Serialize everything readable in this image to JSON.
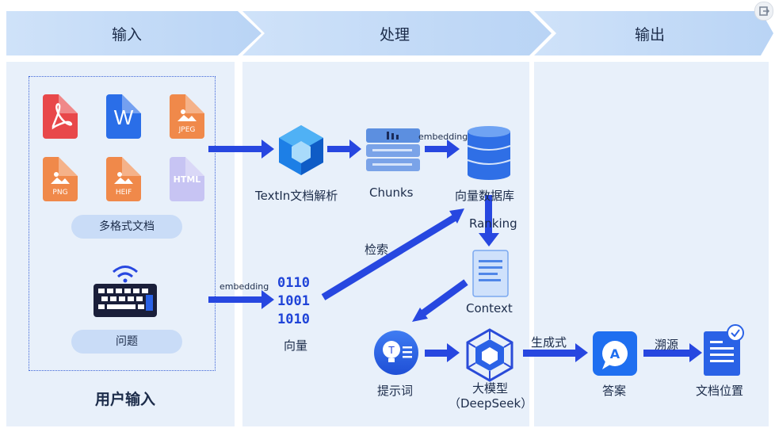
{
  "stages": [
    "输入",
    "处理",
    "输出"
  ],
  "input": {
    "file_types": [
      "PNG",
      "HEIF",
      "HTML",
      "JPEG"
    ],
    "docs_label": "多格式文档",
    "question_label": "问题",
    "panel_title": "用户输入"
  },
  "process": {
    "parser_label": "TextIn文档解析",
    "chunks_label": "Chunks",
    "embedding_label_1": "embedding",
    "vector_db_label": "向量数据库",
    "ranking_label": "Ranking",
    "embedding_label_2": "embedding",
    "vector_bits": [
      "0110",
      "1001",
      "1010"
    ],
    "vector_label": "向量",
    "search_label": "检索",
    "context_label": "Context",
    "prompt_label": "提示词",
    "model_label": "大模型",
    "model_sub": "（DeepSeek）",
    "generative_label": "生成式"
  },
  "output": {
    "answer_label": "答案",
    "trace_label": "溯源",
    "doc_position_label": "文档位置"
  },
  "colors": {
    "arrow": "#2747e0",
    "panel": "#e8f0fa",
    "header": "#c4dbf6",
    "accent": "#2a62e6"
  }
}
